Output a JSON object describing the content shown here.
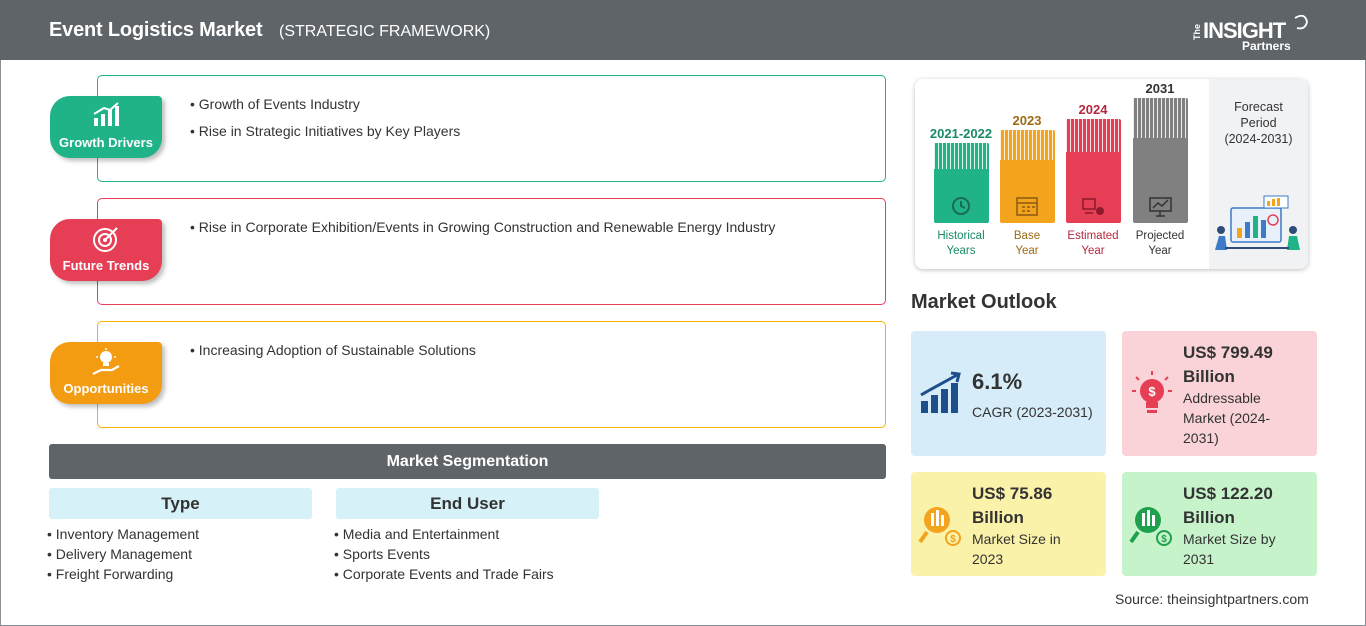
{
  "header": {
    "title": "Event Logistics Market",
    "subtitle": "(STRATEGIC FRAMEWORK)",
    "logo": {
      "the": "The",
      "insight": "INSIGHT",
      "partners": "Partners"
    }
  },
  "framework": [
    {
      "label": "Growth Drivers",
      "color": "#1fb387",
      "icon": "growth-chart-icon",
      "points": [
        "Growth of Events Industry",
        "Rise in Strategic Initiatives by Key Players"
      ]
    },
    {
      "label": "Future Trends",
      "color": "#e63e55",
      "icon": "target-icon",
      "points": [
        "Rise in Corporate Exhibition/Events in Growing Construction and Renewable Energy Industry"
      ]
    },
    {
      "label": "Opportunities",
      "color": "#f39c12",
      "icon": "idea-hand-icon",
      "points": [
        "Increasing Adoption of Sustainable Solutions"
      ]
    }
  ],
  "segmentation": {
    "title": "Market Segmentation",
    "columns": [
      {
        "heading": "Type",
        "items": [
          "Inventory Management",
          "Delivery Management",
          "Freight Forwarding"
        ]
      },
      {
        "heading": "End User",
        "items": [
          "Media and Entertainment",
          "Sports Events",
          "Corporate Events and Trade Fairs"
        ]
      }
    ]
  },
  "timeline": {
    "bars": [
      {
        "year": "2021-2022",
        "label_line1": "Historical",
        "label_line2": "Years",
        "color": "#1fb387",
        "text_color": "#1a8a68",
        "icon": "history-clock-icon"
      },
      {
        "year": "2023",
        "label_line1": "Base",
        "label_line2": "Year",
        "color": "#f4a31c",
        "text_color": "#9c6a13",
        "icon": "calendar-icon"
      },
      {
        "year": "2024",
        "label_line1": "Estimated",
        "label_line2": "Year",
        "color": "#e63e55",
        "text_color": "#b5283d",
        "icon": "estimate-gear-icon"
      },
      {
        "year": "2031",
        "label_line1": "Projected",
        "label_line2": "Year",
        "color": "#808080",
        "text_color": "#333333",
        "icon": "presentation-board-icon"
      }
    ],
    "forecast": {
      "line1": "Forecast",
      "line2": "Period",
      "line3": "(2024-2031)"
    }
  },
  "outlook": {
    "title": "Market Outlook",
    "cards": [
      {
        "value": "6.1%",
        "desc": "CAGR (2023-2031)",
        "color": "#d6ecf8",
        "icon": "cagr-chart-icon"
      },
      {
        "value_line1": "US$ 799.49",
        "value_line2": "Billion",
        "desc_line1": "Addressable",
        "desc_line2": "Market (2024-",
        "desc_line3": "2031)",
        "color": "#f9d3d7",
        "icon": "dollar-bulb-icon"
      },
      {
        "value_line1": "US$ 75.86",
        "value_line2": "Billion",
        "desc_line1": "Market Size in",
        "desc_line2": "2023",
        "color": "#fbf2a9",
        "icon": "coin-search-icon"
      },
      {
        "value_line1": "US$ 122.20",
        "value_line2": "Billion",
        "desc_line1": "Market Size by",
        "desc_line2": "2031",
        "color": "#c7f3cb",
        "icon": "coin-chart-icon"
      }
    ]
  },
  "source": "Source: theinsightpartners.com"
}
